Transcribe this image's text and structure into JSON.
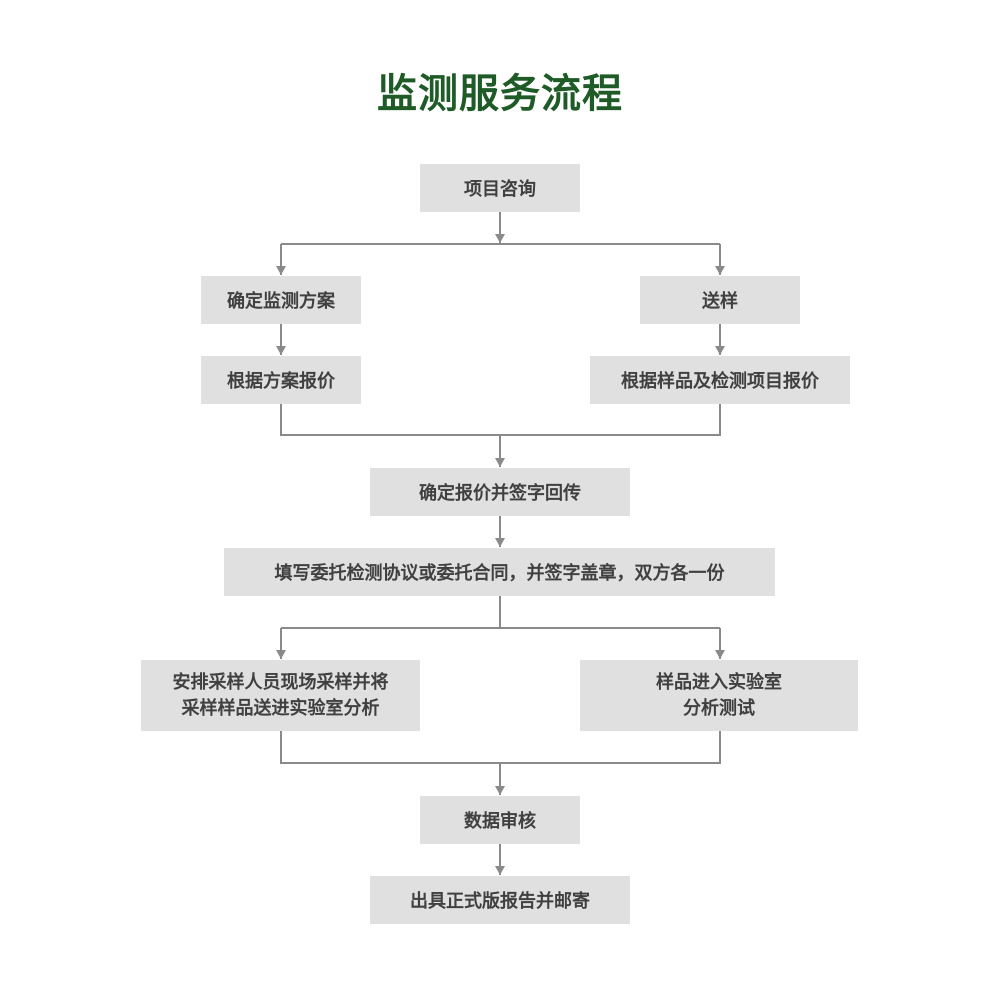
{
  "title": "监测服务流程",
  "colors": {
    "title": "#1e5b26",
    "box_fill": "#e0e0e0",
    "box_text": "#404040",
    "connector": "#8a8a8a"
  },
  "steps": {
    "consult": "项目咨询",
    "plan": "确定监测方案",
    "plan_quote": "根据方案报价",
    "send_sample": "送样",
    "sample_quote": "根据样品及检测项目报价",
    "confirm_quote": "确定报价并签字回传",
    "contract": "填写委托检测协议或委托合同，并签字盖章，双方各一份",
    "onsite_sampling": [
      "安排采样人员现场采样并将",
      "采样样品送进实验室分析"
    ],
    "lab_analysis": [
      "样品进入实验室",
      "分析测试"
    ],
    "data_review": "数据审核",
    "report": "出具正式版报告并邮寄"
  }
}
